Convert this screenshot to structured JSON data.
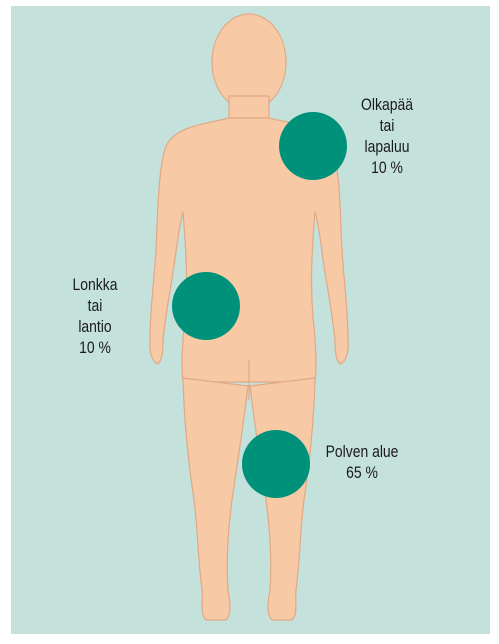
{
  "colors": {
    "background": "#c5e1dc",
    "body_fill": "#f8c9a5",
    "body_outline": "#e0a985",
    "marker": "#00917b",
    "text": "#1a1a1a"
  },
  "figure": {
    "icon": "human-body-figure"
  },
  "markers": [
    {
      "id": "shoulder",
      "lines": [
        "Olkapää",
        "tai",
        "lapaluu",
        "10 %"
      ],
      "percent": 10
    },
    {
      "id": "hip",
      "lines": [
        "Lonkka",
        "tai",
        "lantio",
        "10 %"
      ],
      "percent": 10
    },
    {
      "id": "knee",
      "lines": [
        "Polven alue",
        "65 %"
      ],
      "percent": 65
    }
  ]
}
